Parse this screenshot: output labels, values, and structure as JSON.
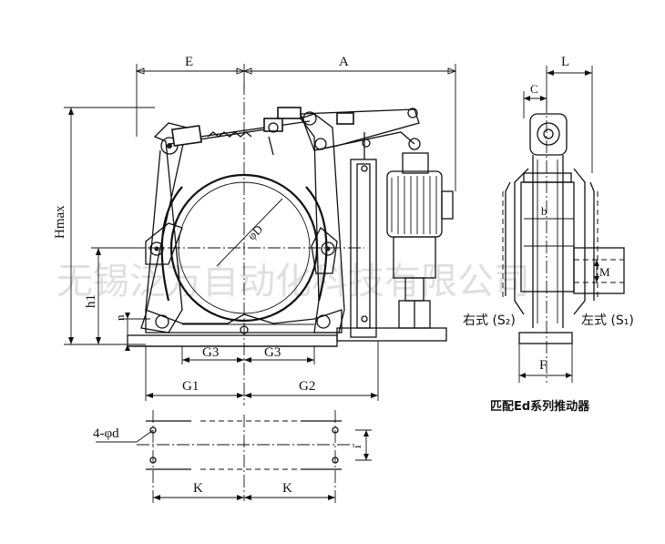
{
  "front_view": {
    "dim_E": "E",
    "dim_A": "A",
    "dim_Hmax": "Hmax",
    "dim_h1": "h1",
    "dim_n": "n",
    "dim_phiD": "φD",
    "dim_G3_left": "G3",
    "dim_G3_right": "G3",
    "dim_G1": "G1",
    "dim_G2": "G2"
  },
  "base_plan": {
    "holes": "4-φd",
    "dim_i": "i",
    "dim_K_left": "K",
    "dim_K_right": "K"
  },
  "side_view": {
    "dim_L": "L",
    "dim_C": "C",
    "dim_b": "b",
    "dim_M": "M",
    "dim_F": "F",
    "right_type": "右式 (S₂)",
    "left_type": "左式 (S₁)",
    "caption": "匹配Ed系列推动器"
  },
  "watermark": "无锡泛万自动化科技有限公司"
}
